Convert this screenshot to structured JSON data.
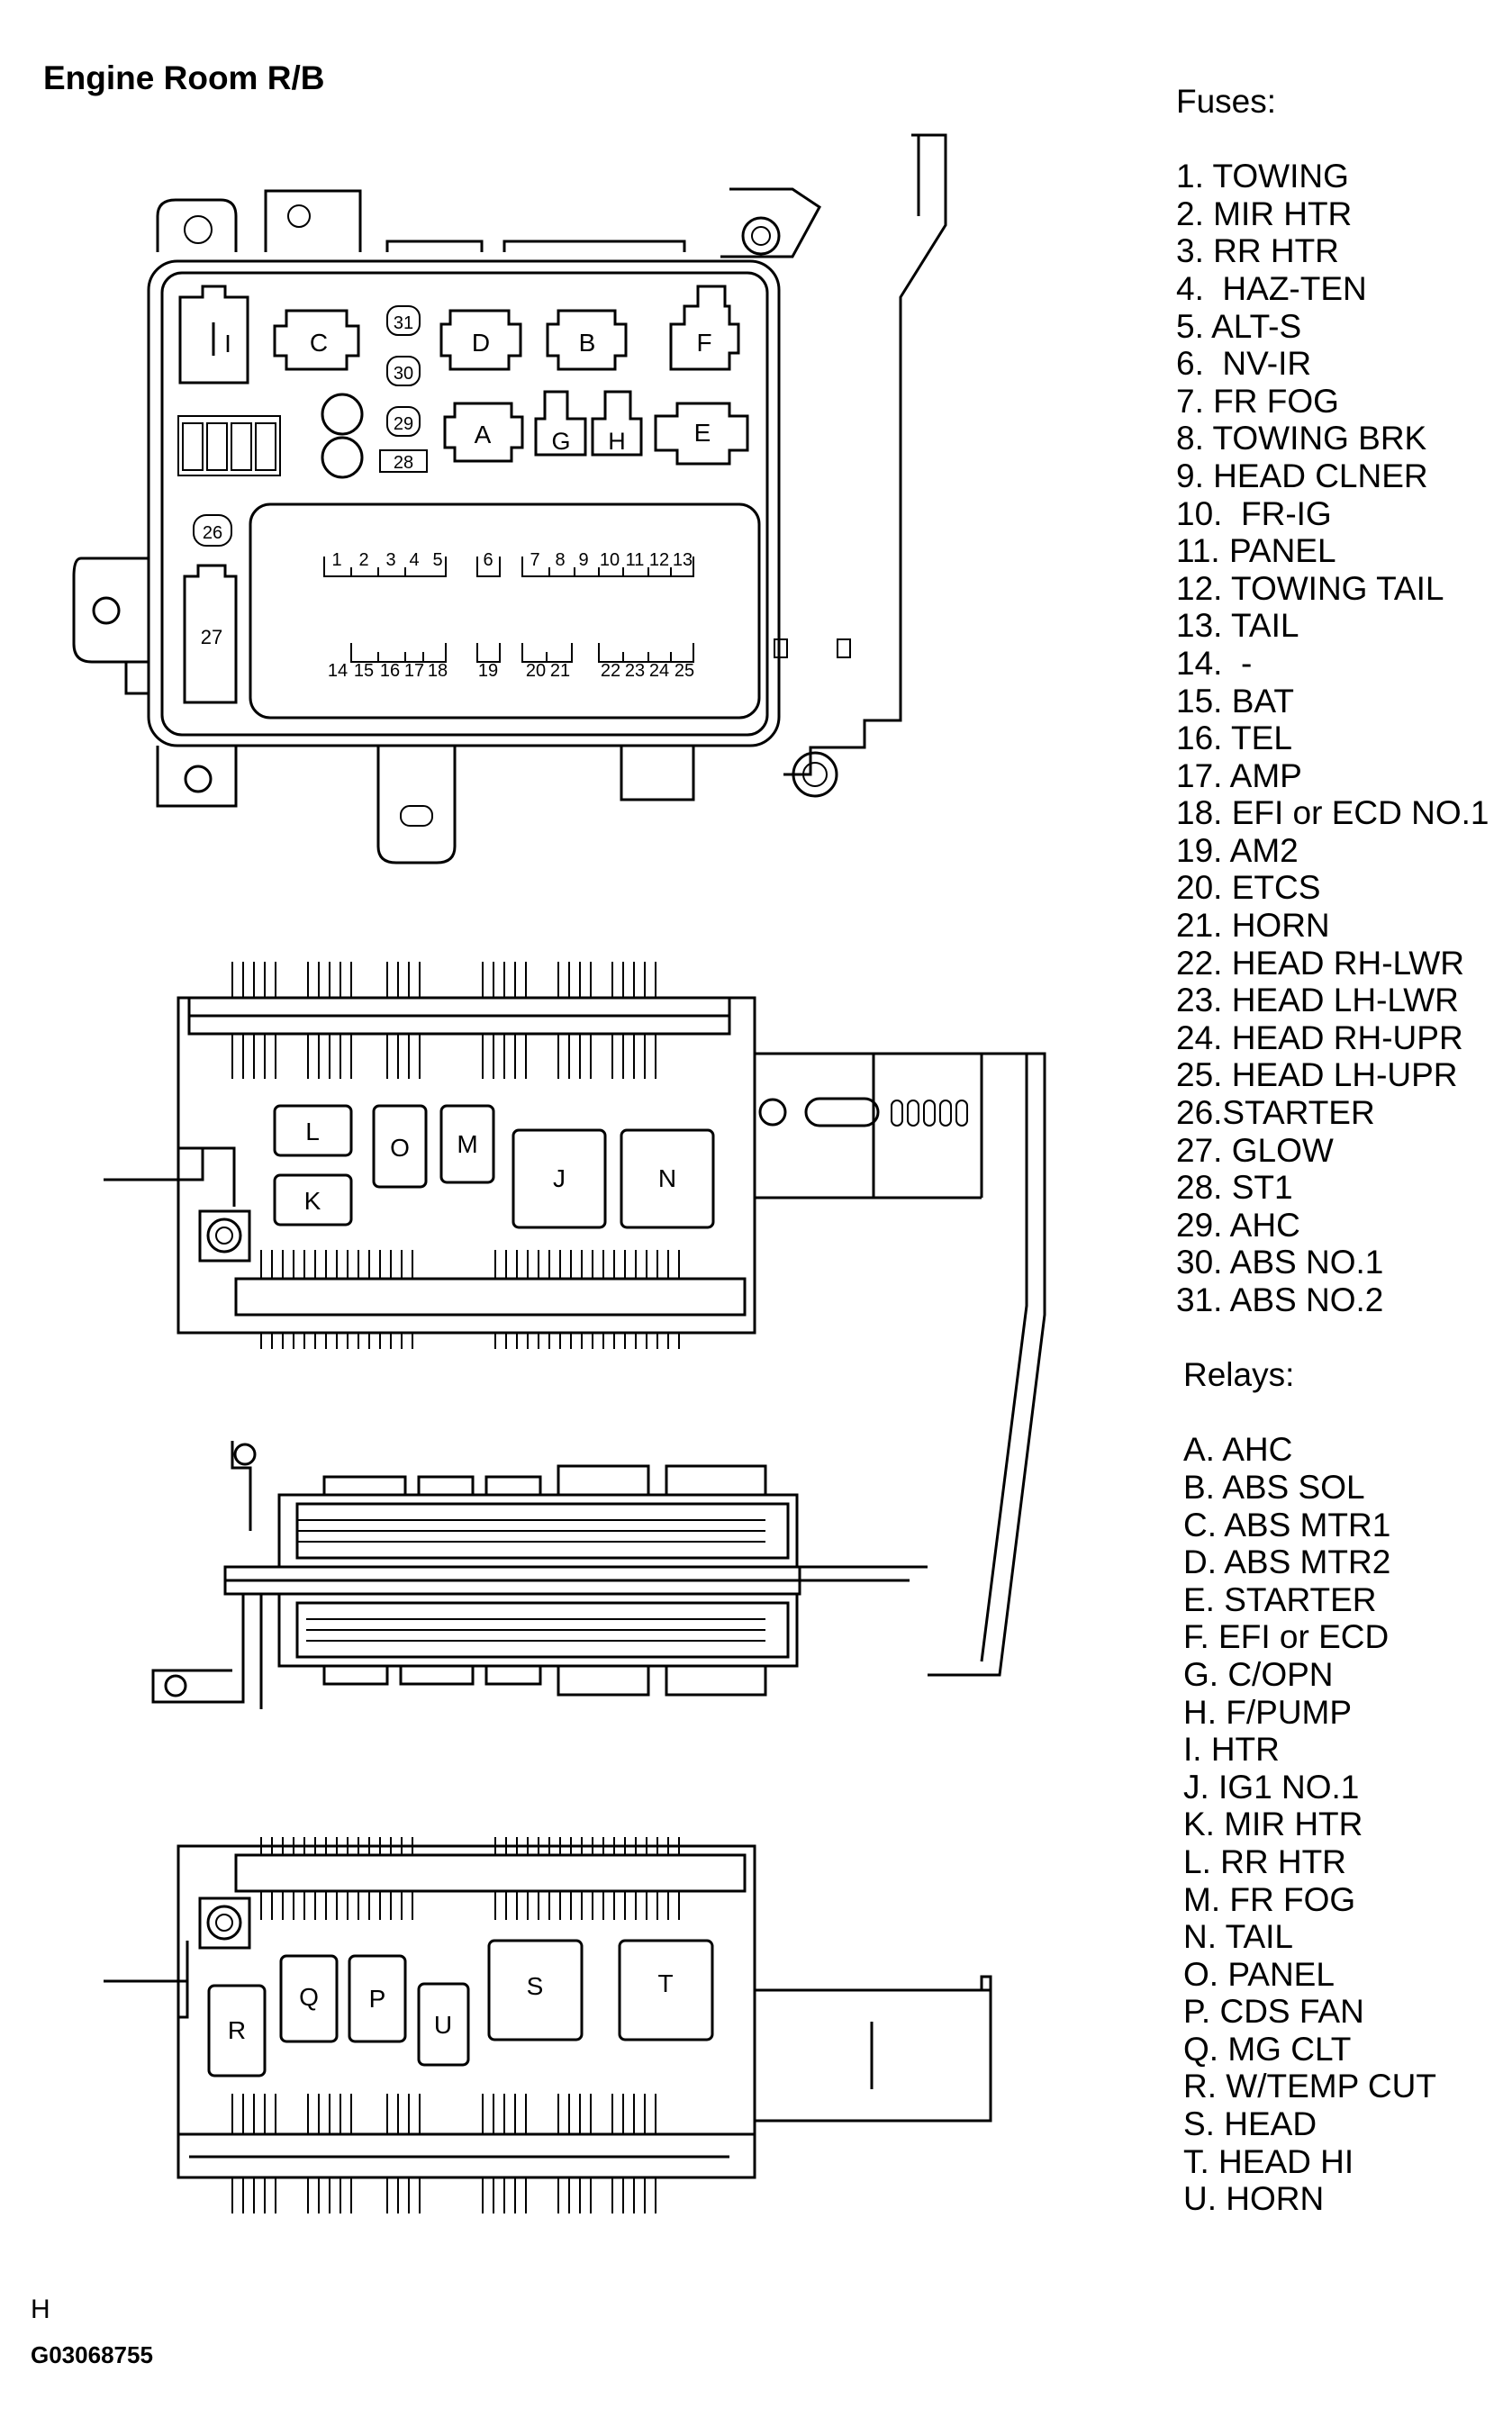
{
  "title": "Engine Room R/B",
  "fuses": {
    "heading": "Fuses:",
    "items": [
      "1. TOWING",
      "2. MIR HTR",
      "3. RR HTR",
      "4.  HAZ-TEN",
      "5. ALT-S",
      "6.  NV-IR",
      "7. FR FOG",
      "8. TOWING BRK",
      "9. HEAD CLNER",
      "10.  FR-IG",
      "11. PANEL",
      "12. TOWING TAIL",
      "13. TAIL",
      "14.  -",
      "15. BAT",
      "16. TEL",
      "17. AMP",
      "18. EFI or ECD NO.1",
      "19. AM2",
      "20. ETCS",
      "21. HORN",
      "22. HEAD RH-LWR",
      "23. HEAD LH-LWR",
      "24. HEAD RH-UPR",
      "25. HEAD LH-UPR",
      "26.STARTER",
      "27. GLOW",
      "28. ST1",
      "29. AHC",
      "30. ABS NO.1",
      "31. ABS NO.2"
    ]
  },
  "relays": {
    "heading": "Relays:",
    "items": [
      "A. AHC",
      "B. ABS SOL",
      "C. ABS MTR1",
      "D. ABS MTR2",
      "E. STARTER",
      "F. EFI or ECD",
      "G. C/OPN",
      "H. F/PUMP",
      "I. HTR",
      "J. IG1 NO.1",
      "K. MIR HTR",
      "L. RR HTR",
      "M. FR FOG",
      "N. TAIL",
      "O. PANEL",
      "P. CDS FAN",
      "Q. MG CLT",
      "R. W/TEMP CUT",
      "S. HEAD",
      "T. HEAD HI",
      "U. HORN"
    ]
  },
  "diagram_labels": {
    "top_view": {
      "relays": [
        "I",
        "C",
        "D",
        "B",
        "F",
        "A",
        "G",
        "H",
        "E"
      ],
      "fuses_small": [
        "31",
        "30",
        "29",
        "28",
        "26",
        "27"
      ],
      "fuses_row1": [
        "1",
        "2",
        "3",
        "4",
        "5",
        "6",
        "7",
        "8",
        "9",
        "10",
        "11",
        "12",
        "13"
      ],
      "fuses_row2": [
        "14",
        "15",
        "16",
        "17",
        "18",
        "19",
        "20",
        "21",
        "22",
        "23",
        "24",
        "25"
      ]
    },
    "middle_view": {
      "relays": [
        "L",
        "O",
        "M",
        "J",
        "N",
        "K"
      ]
    },
    "bottom_view": {
      "relays": [
        "R",
        "Q",
        "P",
        "U",
        "S",
        "T"
      ]
    }
  },
  "footer": {
    "letter": "H",
    "code": "G03068755"
  }
}
